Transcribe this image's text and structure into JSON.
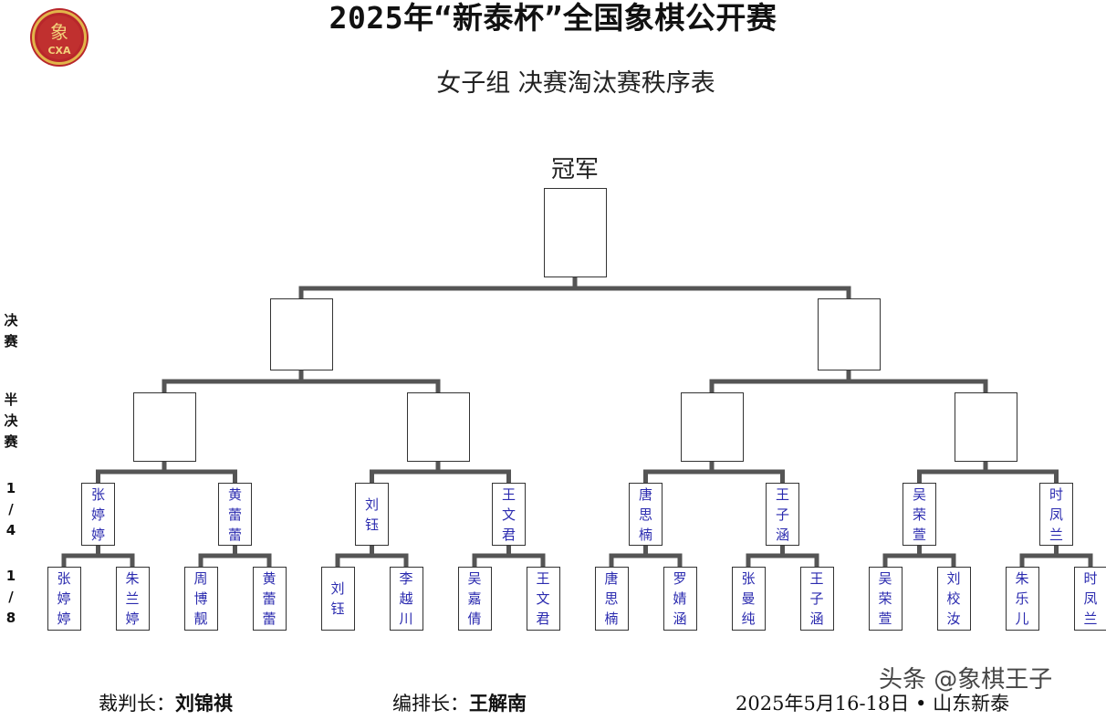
{
  "header": {
    "title": "2025年“新泰杯”全国象棋公开赛",
    "subtitle": "女子组 决赛淘汰赛秩序表",
    "logo_text": "CXA",
    "logo_glyph": "象",
    "logo_icon": "cxa-seal-logo",
    "logo_colors": {
      "outer": "#b8262b",
      "ring": "#d8a83a",
      "inner": "#b8262b"
    }
  },
  "bracket": {
    "champion_label": "冠军",
    "round_labels": [
      "决赛",
      "半决赛",
      "1/4",
      "1/8"
    ],
    "round_of_16": [
      "张婷婷",
      "朱兰婷",
      "周博靓",
      "黄蕾蕾",
      "刘钰",
      "李越川",
      "吴嘉倩",
      "王文君",
      "唐思楠",
      "罗婧涵",
      "张曼纯",
      "王子涵",
      "吴荣萱",
      "刘校汝",
      "朱乐儿",
      "时凤兰"
    ],
    "quarterfinal": [
      "张婷婷",
      "黄蕾蕾",
      "刘钰",
      "王文君",
      "唐思楠",
      "王子涵",
      "吴荣萱",
      "时凤兰"
    ],
    "semifinal": [
      "",
      "",
      "",
      ""
    ],
    "final": [
      "",
      ""
    ],
    "champion": "",
    "name_color": "#2a2aaf",
    "line_color": "#555555"
  },
  "footer": {
    "referee_label": "裁判长：",
    "referee_name": "刘锦祺",
    "scheduler_label": "编排长：",
    "scheduler_name": "王解南",
    "date_place": "2025年5月16-18日 • 山东新泰"
  },
  "watermark": "头条 @象棋王子"
}
